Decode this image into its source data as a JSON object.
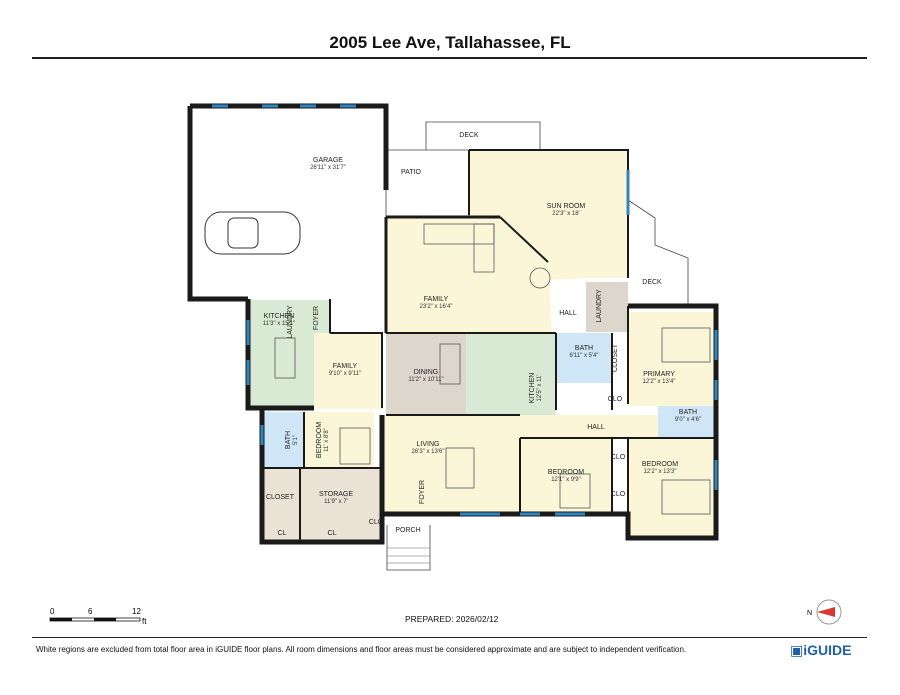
{
  "header": {
    "title": "2005 Lee Ave, Tallahassee, FL"
  },
  "rooms": [
    {
      "id": "garage",
      "name": "GARAGE",
      "dim": "26'11\" x 31'7\""
    },
    {
      "id": "deck-top",
      "name": "DECK",
      "dim": ""
    },
    {
      "id": "patio",
      "name": "PATIO",
      "dim": ""
    },
    {
      "id": "sunroom",
      "name": "SUN ROOM",
      "dim": "22'3\" x 18'"
    },
    {
      "id": "deck-right",
      "name": "DECK",
      "dim": ""
    },
    {
      "id": "family-main",
      "name": "FAMILY",
      "dim": "23'2\" x 16'4\""
    },
    {
      "id": "hall-top",
      "name": "HALL",
      "dim": ""
    },
    {
      "id": "laundry-right",
      "name": "LAUNDRY",
      "dim": ""
    },
    {
      "id": "kitchen-left",
      "name": "KITCHEN",
      "dim": "11'3\" x 15'1\""
    },
    {
      "id": "laundry-left",
      "name": "LAUNDRY",
      "dim": ""
    },
    {
      "id": "foyer-left",
      "name": "FOYER",
      "dim": ""
    },
    {
      "id": "family-left",
      "name": "FAMILY",
      "dim": "9'10\" x 9'11\""
    },
    {
      "id": "dining",
      "name": "DINING",
      "dim": "11'2\" x 10'11\""
    },
    {
      "id": "kitchen-main",
      "name": "KITCHEN",
      "dim": "12'5\" x 11'"
    },
    {
      "id": "bath-center",
      "name": "BATH",
      "dim": "6'11\" x 5'4\""
    },
    {
      "id": "closet-primary",
      "name": "CLOSET",
      "dim": ""
    },
    {
      "id": "primary",
      "name": "PRIMARY",
      "dim": "12'2\" x 13'4\""
    },
    {
      "id": "clo-center",
      "name": "CLO",
      "dim": ""
    },
    {
      "id": "hall-mid",
      "name": "HALL",
      "dim": ""
    },
    {
      "id": "bath-right",
      "name": "BATH",
      "dim": "9'0\" x 4'6\""
    },
    {
      "id": "bath-left",
      "name": "BATH",
      "dim": "5'1\""
    },
    {
      "id": "bedroom-left",
      "name": "BEDROOM",
      "dim": "11' x 8'8\""
    },
    {
      "id": "living",
      "name": "LIVING",
      "dim": "26'3\" x 13'6\""
    },
    {
      "id": "foyer-main",
      "name": "FOYER",
      "dim": ""
    },
    {
      "id": "bedroom-center",
      "name": "BEDROOM",
      "dim": "12'1\" x 9'9\""
    },
    {
      "id": "clo-bed1",
      "name": "CLO",
      "dim": ""
    },
    {
      "id": "clo-bed2",
      "name": "CLO",
      "dim": ""
    },
    {
      "id": "bedroom-right",
      "name": "BEDROOM",
      "dim": "12'2\" x 13'3\""
    },
    {
      "id": "closet-left",
      "name": "CLOSET",
      "dim": ""
    },
    {
      "id": "storage",
      "name": "STORAGE",
      "dim": "11'9\" x 7'"
    },
    {
      "id": "cl-1",
      "name": "CL",
      "dim": ""
    },
    {
      "id": "cl-2",
      "name": "CL",
      "dim": ""
    },
    {
      "id": "clo-storage",
      "name": "CLO",
      "dim": ""
    },
    {
      "id": "porch",
      "name": "PORCH",
      "dim": ""
    }
  ],
  "scale_bar": {
    "ticks": [
      "0",
      "6",
      "12"
    ],
    "unit": "ft"
  },
  "prepared": "PREPARED: 2026/02/12",
  "footer": {
    "disclaimer": "White regions are excluded from total floor area in iGUIDE floor plans. All room dimensions and floor areas must be considered approximate and are subject to independent verification.",
    "brand": "iGUIDE"
  },
  "compass": {
    "label": "N"
  },
  "colors": {
    "wall": "#1a1a1a",
    "window": "#2e86c1",
    "green": "#d8ead3",
    "yellow": "#fbf6d8",
    "gray": "#ddd6cd",
    "blue": "#cfe6f6",
    "tan": "#e9e2d5"
  }
}
